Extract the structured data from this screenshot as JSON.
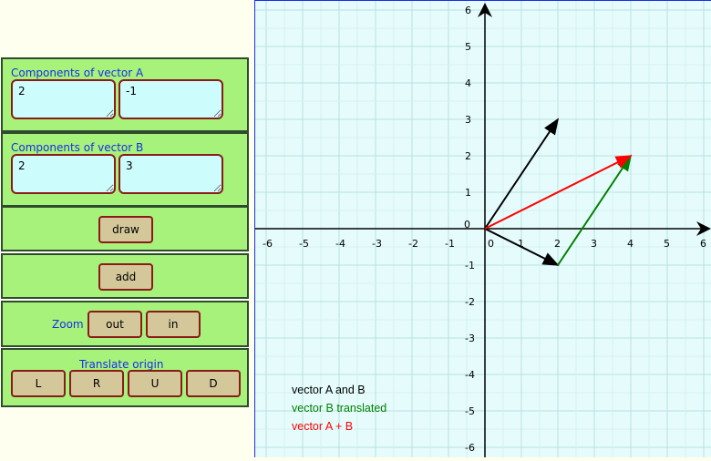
{
  "vectorA": {
    "title": "Components of vector A",
    "x": "2",
    "y": "-1"
  },
  "vectorB": {
    "title": "Components of vector B",
    "x": "2",
    "y": "3"
  },
  "buttons": {
    "draw": "draw",
    "add": "add"
  },
  "zoom": {
    "label": "Zoom",
    "out": "out",
    "in": "in"
  },
  "translate": {
    "title": "Translate origin",
    "left": "L",
    "right": "R",
    "up": "U",
    "down": "D"
  },
  "graph": {
    "xticks": [
      "-6",
      "-5",
      "-4",
      "-3",
      "-2",
      "-1",
      "0",
      "1",
      "2",
      "3",
      "4",
      "5",
      "6"
    ],
    "yticks": [
      "6",
      "5",
      "4",
      "3",
      "2",
      "1",
      "0",
      "-1",
      "-2",
      "-3",
      "-4",
      "-5",
      "-6"
    ],
    "legend": [
      {
        "text": "vector A and B",
        "color": "#000000"
      },
      {
        "text": "vector B translated",
        "color": "#008000"
      },
      {
        "text": "vector A + B",
        "color": "#ff0000"
      }
    ]
  },
  "chart_data": {
    "type": "vector",
    "xlim": [
      -6,
      6
    ],
    "ylim": [
      -6,
      6
    ],
    "grid": true,
    "vectors": [
      {
        "name": "A",
        "from": [
          0,
          0
        ],
        "to": [
          2,
          -1
        ],
        "color": "#000000"
      },
      {
        "name": "B",
        "from": [
          0,
          0
        ],
        "to": [
          2,
          3
        ],
        "color": "#000000"
      },
      {
        "name": "B translated",
        "from": [
          2,
          -1
        ],
        "to": [
          4,
          2
        ],
        "color": "#008000"
      },
      {
        "name": "A + B",
        "from": [
          0,
          0
        ],
        "to": [
          4,
          2
        ],
        "color": "#ff0000"
      }
    ]
  }
}
